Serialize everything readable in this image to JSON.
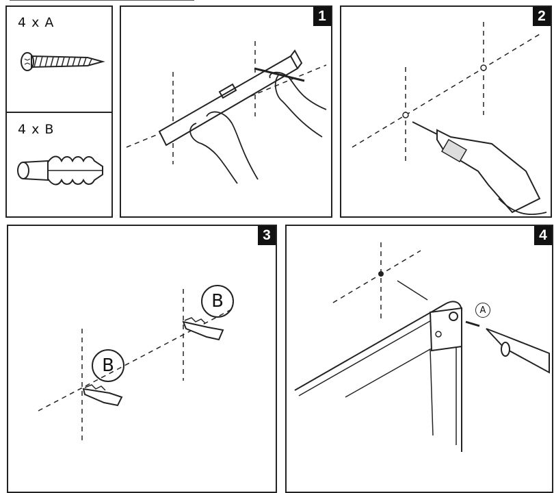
{
  "parts": {
    "a_label": "4 x A",
    "b_label": "4 x B"
  },
  "steps": [
    {
      "number": "1"
    },
    {
      "number": "2"
    },
    {
      "number": "3"
    },
    {
      "number": "4"
    }
  ],
  "callouts": {
    "step3_left": "B",
    "step3_right": "B",
    "step4_screw": "A"
  },
  "colors": {
    "line": "#222222",
    "badge_bg": "#111111",
    "badge_text": "#ffffff"
  }
}
